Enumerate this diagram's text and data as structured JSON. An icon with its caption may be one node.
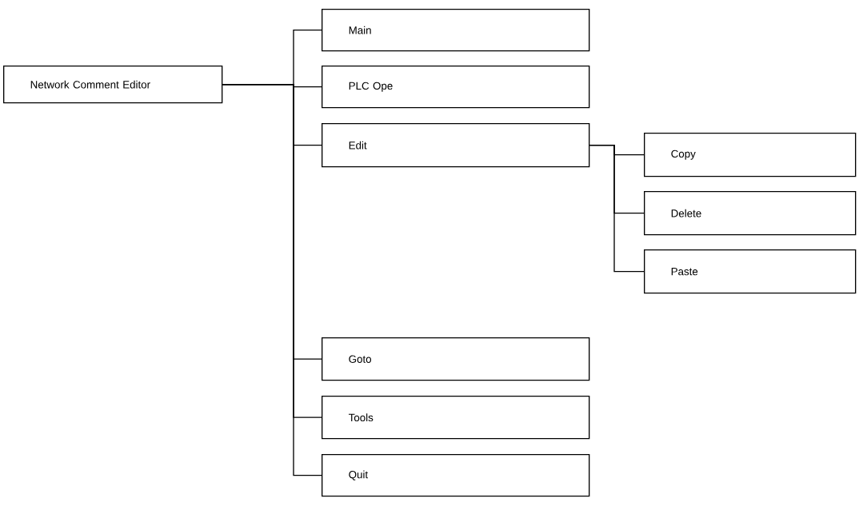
{
  "diagram": {
    "nodes": [
      {
        "text": [
          "Network Comment Editor"
        ]
      },
      {
        "text": [
          "Main"
        ]
      },
      {
        "text": [
          "PLC Ope"
        ]
      },
      {
        "text": [
          "Edit"
        ]
      },
      {
        "text": [
          "Copy"
        ]
      },
      {
        "text": [
          "Delete"
        ]
      },
      {
        "text": [
          "Paste"
        ]
      },
      {
        "text": [
          "Goto"
        ]
      },
      {
        "text": [
          "Tools"
        ]
      },
      {
        "text": [
          "Quit"
        ]
      }
    ],
    "edges": [
      {
        "from": 0,
        "to": 1,
        "arrow": "none"
      },
      {
        "from": 0,
        "to": 2,
        "arrow": "none"
      },
      {
        "from": 0,
        "to": 3,
        "arrow": "none"
      },
      {
        "from": 0,
        "to": 7,
        "arrow": "none"
      },
      {
        "from": 0,
        "to": 8,
        "arrow": "none"
      },
      {
        "from": 0,
        "to": 9,
        "arrow": "none"
      },
      {
        "from": 3,
        "to": 4,
        "arrow": "none"
      },
      {
        "from": 3,
        "to": 5,
        "arrow": "none"
      },
      {
        "from": 3,
        "to": 6,
        "arrow": "none"
      }
    ]
  }
}
